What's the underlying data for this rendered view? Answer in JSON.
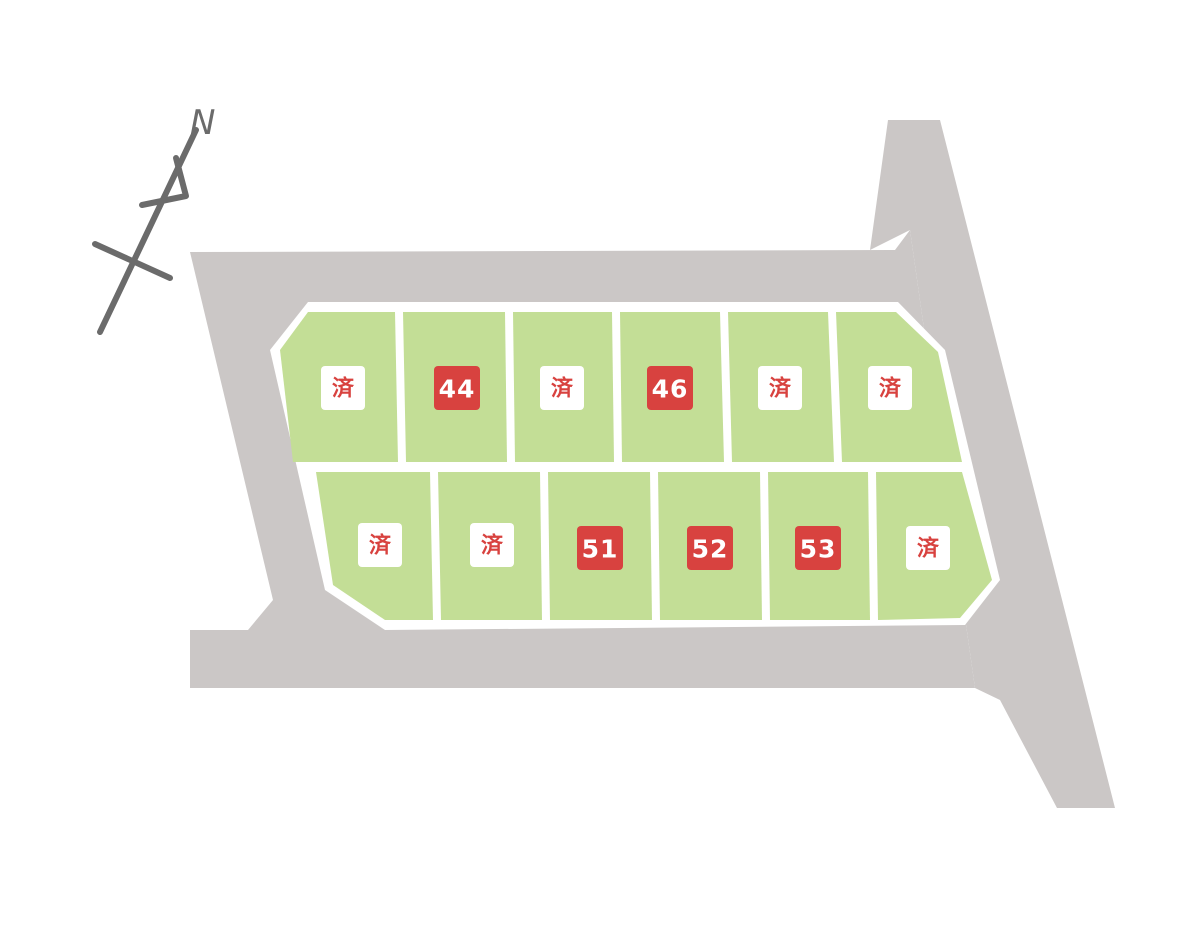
{
  "map": {
    "compass": {
      "north_label": "N"
    },
    "colors": {
      "road": "#cbc7c6",
      "lot_fill": "#c3de96",
      "lot_border": "#ffffff",
      "available_badge": "#d8423f",
      "sold_badge": "#ffffff",
      "sold_text": "#d8423f",
      "compass_stroke": "#6b6b6b"
    },
    "lots_top_row": [
      {
        "label": "済",
        "status": "sold"
      },
      {
        "label": "44",
        "status": "available"
      },
      {
        "label": "済",
        "status": "sold"
      },
      {
        "label": "46",
        "status": "available"
      },
      {
        "label": "済",
        "status": "sold"
      },
      {
        "label": "済",
        "status": "sold"
      }
    ],
    "lots_bottom_row": [
      {
        "label": "済",
        "status": "sold"
      },
      {
        "label": "済",
        "status": "sold"
      },
      {
        "label": "51",
        "status": "available"
      },
      {
        "label": "52",
        "status": "available"
      },
      {
        "label": "53",
        "status": "available"
      },
      {
        "label": "済",
        "status": "sold"
      }
    ]
  }
}
